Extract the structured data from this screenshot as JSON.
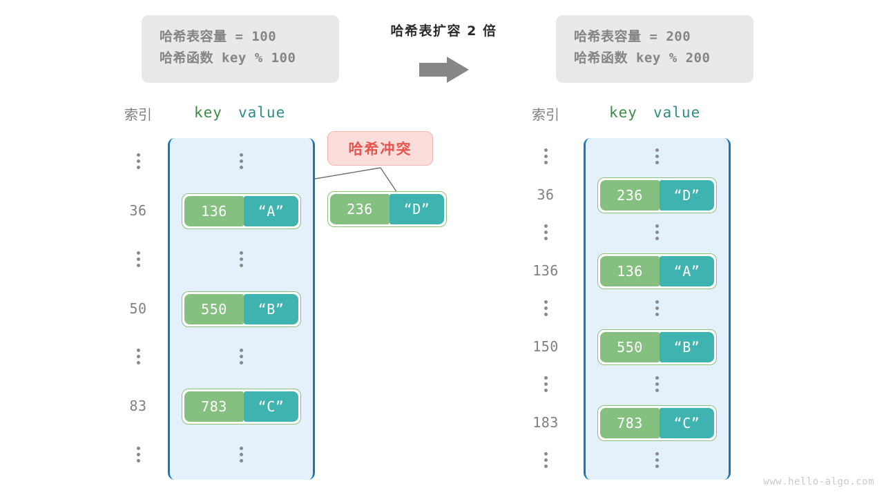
{
  "header": {
    "left_box": {
      "capacity_line": "哈希表容量 = 100",
      "function_line": "哈希函数 key % 100"
    },
    "right_box": {
      "capacity_line": "哈希表容量 = 200",
      "function_line": "哈希函数 key % 200"
    },
    "center_title": "哈希表扩容 2 倍",
    "arrow_icon": "right-arrow-icon"
  },
  "left_table": {
    "caption_index": "索引",
    "caption_key": "key",
    "caption_value": "value",
    "rows": [
      {
        "index": "⋮",
        "type": "ellipsis"
      },
      {
        "index": "36",
        "type": "entry",
        "key": "136",
        "value": "“A”"
      },
      {
        "index": "⋮",
        "type": "ellipsis"
      },
      {
        "index": "50",
        "type": "entry",
        "key": "550",
        "value": "“B”"
      },
      {
        "index": "⋮",
        "type": "ellipsis"
      },
      {
        "index": "83",
        "type": "entry",
        "key": "783",
        "value": "“C”"
      },
      {
        "index": "⋮",
        "type": "ellipsis"
      }
    ]
  },
  "right_table": {
    "caption_index": "索引",
    "caption_key": "key",
    "caption_value": "value",
    "rows": [
      {
        "index": "⋮",
        "type": "ellipsis"
      },
      {
        "index": "36",
        "type": "entry",
        "key": "236",
        "value": "“D”"
      },
      {
        "index": "⋮",
        "type": "ellipsis"
      },
      {
        "index": "136",
        "type": "entry",
        "key": "136",
        "value": "“A”"
      },
      {
        "index": "⋮",
        "type": "ellipsis"
      },
      {
        "index": "150",
        "type": "entry",
        "key": "550",
        "value": "“B”"
      },
      {
        "index": "⋮",
        "type": "ellipsis"
      },
      {
        "index": "183",
        "type": "entry",
        "key": "783",
        "value": "“C”"
      },
      {
        "index": "⋮",
        "type": "ellipsis"
      }
    ]
  },
  "collision": {
    "label": "哈希冲突",
    "colliding_pair": {
      "key": "236",
      "value": "“D”"
    }
  },
  "watermark": "www.hello-algo.com",
  "colors": {
    "key_cell": "#86c081",
    "value_cell": "#3fb3af",
    "pair_border": "#8cc178",
    "table_fill": "#e4f0fa",
    "table_border": "#1677c0",
    "collision_fill": "#fbdedc",
    "collision_border": "#f3b4ae",
    "collision_text": "#e8554e",
    "info_box_fill": "#e9e9e9",
    "info_text": "#848484",
    "index_text": "#808080",
    "caption_key": "#3e8a46",
    "caption_value": "#2d8b86",
    "arrow": "#878787",
    "watermark": "#c9c9c9"
  }
}
